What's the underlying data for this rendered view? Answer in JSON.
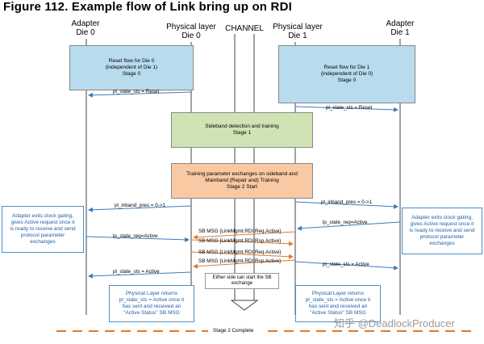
{
  "title": "Figure 112. Example flow of Link bring up on RDI",
  "headers": {
    "adapter0": "Adapter\nDie 0",
    "phy0": "Physical layer\nDie 0",
    "channel": "CHANNEL",
    "phy1": "Physical layer\nDie 1",
    "adapter1": "Adapter\nDie 1"
  },
  "boxes": {
    "reset0": "Reset flow for Die 0\n(independent of Die 1)\nStage 0",
    "reset1": "Reset flow for Die 1\n(independent of Die 0)\nStage 0",
    "sideband": "Sideband detection and training\nStage 1",
    "training": "Training parameter exchanges on sideband and\nMainband (Repair and) Training\nStage 2 Start"
  },
  "arrows": {
    "reset_left": "pl_state_sts = Reset",
    "reset_right": "pl_state_sts = Reset",
    "inband_left": "pl_inband_pres = 0->1",
    "inband_right": "pl_inband_pres = 0->1",
    "req_left": "lp_state_req=Active",
    "req_right": "lp_state_req=Active",
    "sb1": "SB MSG {LinkMgmt.RDI.Req.Active}",
    "sb2": "SB MSG {LinkMgmt.RDI.Rsp.Active}",
    "sb3": "SB MSG {LinkMgmt.RDI.Req.Active}",
    "sb4": "SB MSG {LinkMgmt.RDI.Rsp.Active}",
    "active_left": "pl_state_sts = Active",
    "active_right": "pl_state_sts = Active"
  },
  "notes": {
    "adapter_left": "Adapter exits clock gating,\ngives Active request once it\nis ready to receive and send\nprotocol parameter\nexchanges",
    "adapter_right": "Adapter exits clock gating,\ngives Active request once it\nis ready to receive and send\nprotocol parameter\nexchanges",
    "phy_left": "Physical Layer returns\npl_state_sts = Active once it\nhas sent and received an\n\"Active Status\" SB MSG",
    "phy_right": "Physical Layer returns\npl_state_sts = Active once it\nhas sent and received an\n\"Active Status\" SB MSG",
    "either_side": "Either side can start the SB\nexchange"
  },
  "stage2_complete": "Stage 2 Complete",
  "watermark": "知乎 @DeadlockProducer",
  "colors": {
    "reset_box": "#b8dcee",
    "sideband_box": "#cfe3b4",
    "training_box": "#f8c9a3",
    "blue_arrow": "#3a7cc4",
    "orange_arrow": "#e07a2a",
    "note_text": "#1f5fa8",
    "dash": "#e07a2a"
  }
}
